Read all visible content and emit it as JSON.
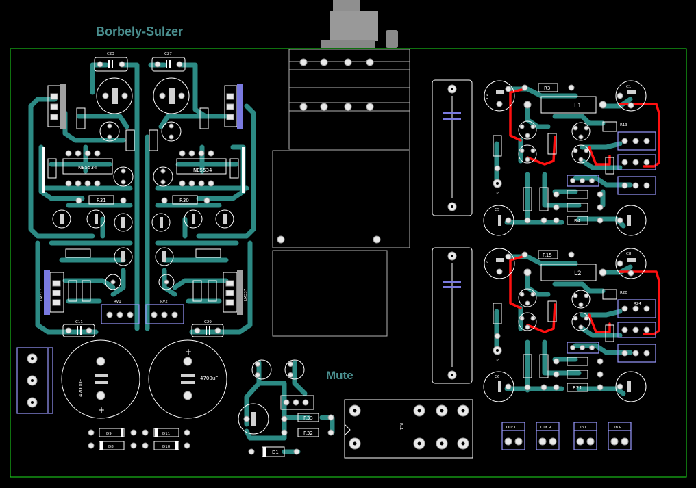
{
  "title": "Borbely-Sulzer",
  "mute_label": "Mute",
  "components": {
    "c23": "C23",
    "c27": "C27",
    "ne5534_left": "NE5534",
    "ne5534_right": "NE5534",
    "r31": "R31",
    "r30": "R30",
    "rv1": "RV1",
    "rv2": "RV2",
    "c11": "C11",
    "c29": "C29",
    "lm317": "LM317",
    "lm337": "LM337",
    "cap_4700_left": "4700uF",
    "cap_4700_right": "4700uF",
    "d9": "D9",
    "d8": "D8",
    "d11": "D11",
    "d10": "D10",
    "d1": "D1",
    "r33": "R33",
    "r32": "R32",
    "rl1": "RL1",
    "r3": "R3",
    "l1": "L1",
    "r13": "R13",
    "r15": "R15",
    "l2": "L2",
    "r20": "R20",
    "r24": "R24",
    "c1": "C1",
    "c4": "C4",
    "c5": "C5",
    "c6": "C6",
    "c7": "C7",
    "c8": "C8",
    "r4": "R4",
    "r21": "R21",
    "tp1": "TP",
    "tp2": "TP"
  },
  "connectors": {
    "out_l": "Out L",
    "out_r": "Out R",
    "in_l": "In L",
    "in_r": "In R"
  }
}
